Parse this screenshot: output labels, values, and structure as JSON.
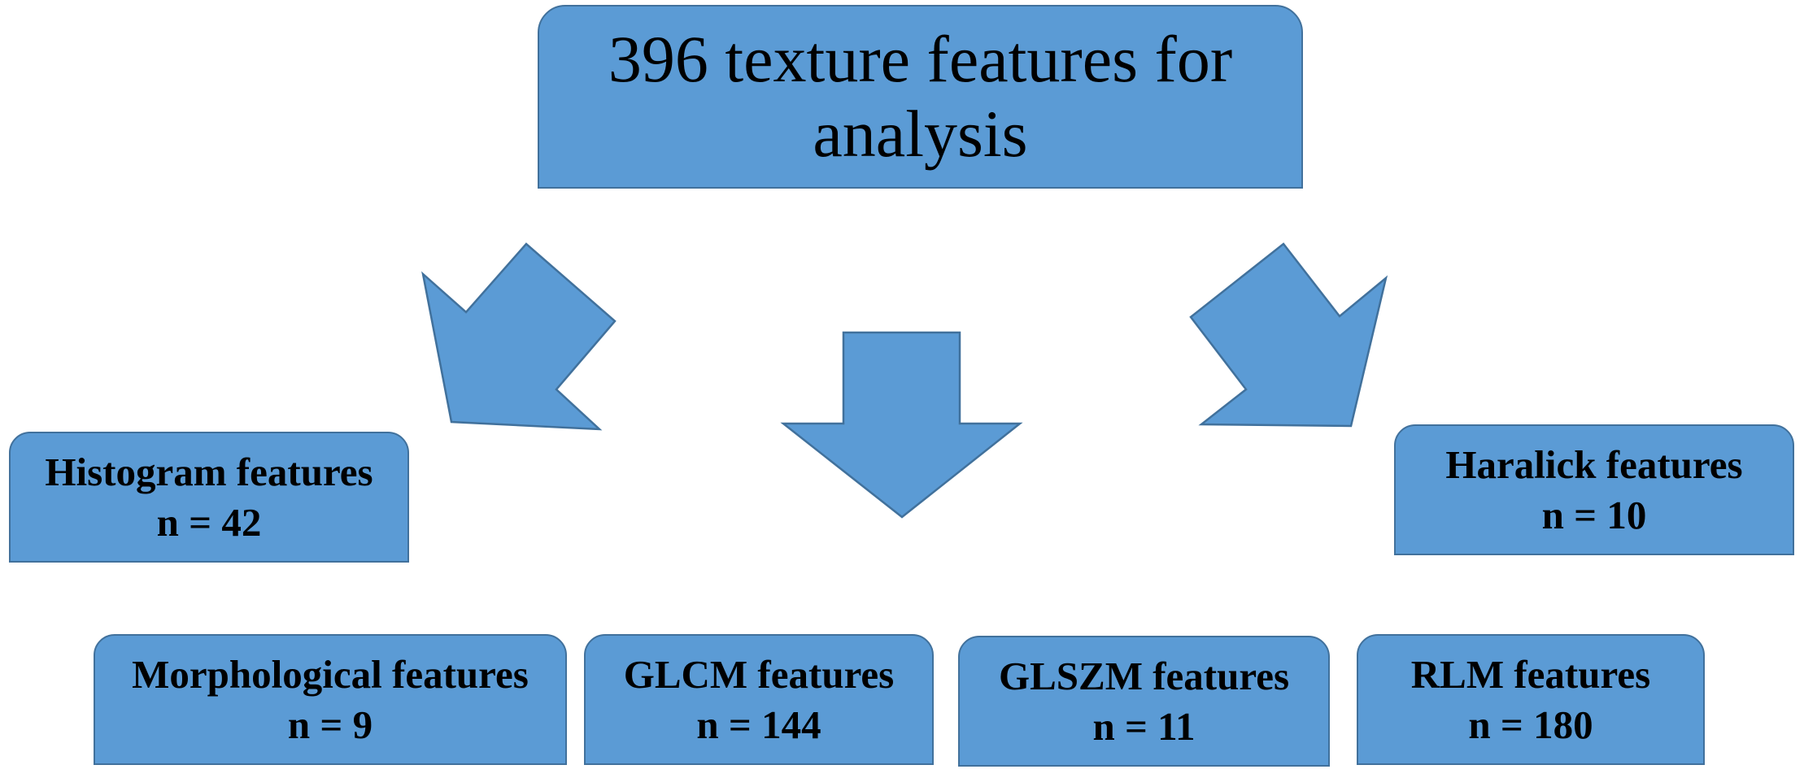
{
  "root": {
    "line1": "396 texture features for",
    "line2": "analysis"
  },
  "categories": {
    "histogram": {
      "label": "Histogram features",
      "count": "n = 42"
    },
    "haralick": {
      "label": "Haralick features",
      "count": "n = 10"
    },
    "morphological": {
      "label": "Morphological features",
      "count": "n = 9"
    },
    "glcm": {
      "label": "GLCM features",
      "count": "n = 144"
    },
    "glszm": {
      "label": "GLSZM features",
      "count": "n = 11"
    },
    "rlm": {
      "label": "RLM features",
      "count": "n = 180"
    }
  },
  "colors": {
    "box_fill": "#5b9bd5",
    "box_border": "#41719c",
    "text": "#000000",
    "background": "#ffffff"
  }
}
